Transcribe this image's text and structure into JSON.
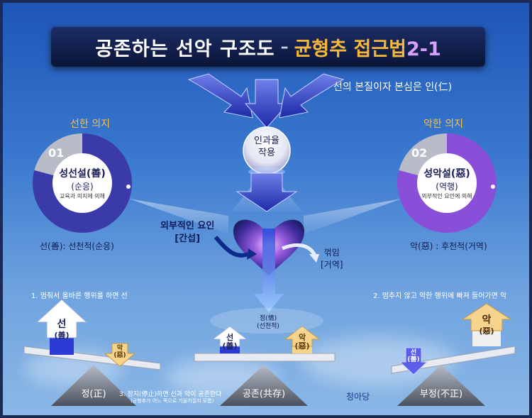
{
  "title": {
    "main": "공존하는 선악 구조도",
    "separator": "–",
    "sub": "균형추 접근법",
    "sub_num": "2-1"
  },
  "top_note": "선의 본질이자 본심은 인(仁)",
  "center_ball": {
    "line1": "인과율",
    "line2": "작용"
  },
  "left_circle": {
    "heading": "선한 의지",
    "badge": "01",
    "main": "성선설(善)",
    "paren": "(순응)",
    "small": "교육과 의지에 의해",
    "footer": "선(善): 선천적(순응)"
  },
  "right_circle": {
    "heading": "악한 의지",
    "badge": "02",
    "main": "성악설(惡)",
    "paren": "(역행)",
    "small": "외부적인 요인에 의해",
    "footer": "악(惡) : 후천적(거역)"
  },
  "external": {
    "line1": "외부적인 요인",
    "line2": "[간섭]"
  },
  "bend": {
    "line1": "꺾임",
    "line2": "[거역]"
  },
  "center_label": {
    "line1": "정(情)",
    "line2": "(선천적)"
  },
  "notes": {
    "left": "1. 멈춰서 올바른 행위를 하면 선",
    "right": "2. 멈추지 않고 악한 행위에 빠져 들어가면 악",
    "bottom_main": "3. 정지(停止)하면 선과 악이 공존한다",
    "bottom_sub": "(균형추가 어느 쪽으로 기울어질지 모름)"
  },
  "scales": {
    "left": {
      "good_char": "선",
      "good_hanja": "(善)",
      "evil_char": "악",
      "evil_hanja": "(惡)",
      "base": "정(正)"
    },
    "center": {
      "good_char": "선",
      "good_hanja": "(善)",
      "evil_char": "악",
      "evil_hanja": "(惡)",
      "base": "공존(共存)"
    },
    "right": {
      "good_char": "선",
      "good_hanja": "(善)",
      "evil_char": "악",
      "evil_hanja": "(惡)",
      "base": "부정(不正)"
    }
  },
  "signature": "청아당",
  "colors": {
    "left_ring": "#3a3aa8",
    "right_ring": "#8a4fd9",
    "title_accent": "#f6b83a"
  }
}
